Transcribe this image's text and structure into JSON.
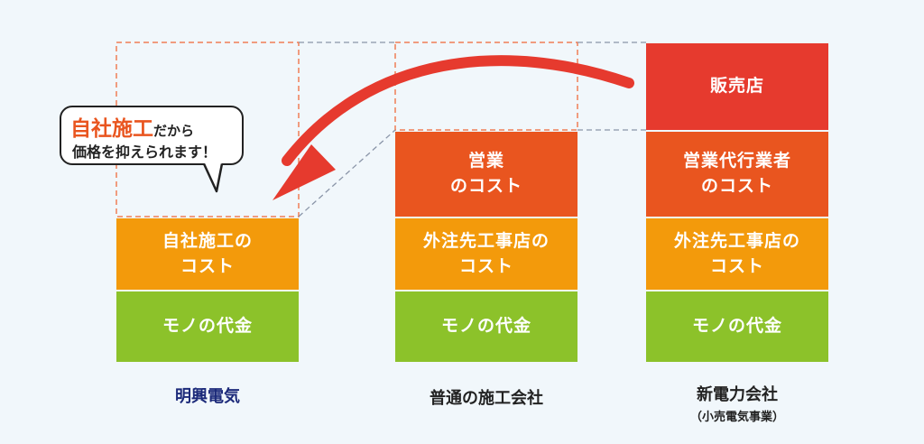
{
  "columns": [
    {
      "label": "明興電気",
      "sublabel": "",
      "blocks": [
        {
          "text": "自社施工の\nコスト",
          "color": "#f39a0b"
        },
        {
          "text": "モノの代金",
          "color": "#8cc22a"
        }
      ]
    },
    {
      "label": "普通の施工会社",
      "sublabel": "",
      "blocks": [
        {
          "text": "営業\nのコスト",
          "color": "#e9551f"
        },
        {
          "text": "外注先工事店の\nコスト",
          "color": "#f39a0b"
        },
        {
          "text": "モノの代金",
          "color": "#8cc22a"
        }
      ]
    },
    {
      "label": "新電力会社",
      "sublabel": "（小売電気事業）",
      "blocks": [
        {
          "text": "販売店",
          "color": "#e63a2e"
        },
        {
          "text": "営業代行業者\nのコスト",
          "color": "#e9551f"
        },
        {
          "text": "外注先工事店の\nコスト",
          "color": "#f39a0b"
        },
        {
          "text": "モノの代金",
          "color": "#8cc22a"
        }
      ]
    }
  ],
  "callout": {
    "highlight": "自社施工",
    "rest": "だから",
    "line2": "価格を抑えられます！"
  },
  "colors": {
    "green": "#8cc22a",
    "amber": "#f39a0b",
    "orange": "#e9551f",
    "red": "#e63a2e",
    "dashed_orange": "#ef7f56",
    "dashed_gray": "#8a95a8",
    "brand_navy": "#1c2a7a"
  },
  "icons": [
    "curved-arrow-icon"
  ]
}
